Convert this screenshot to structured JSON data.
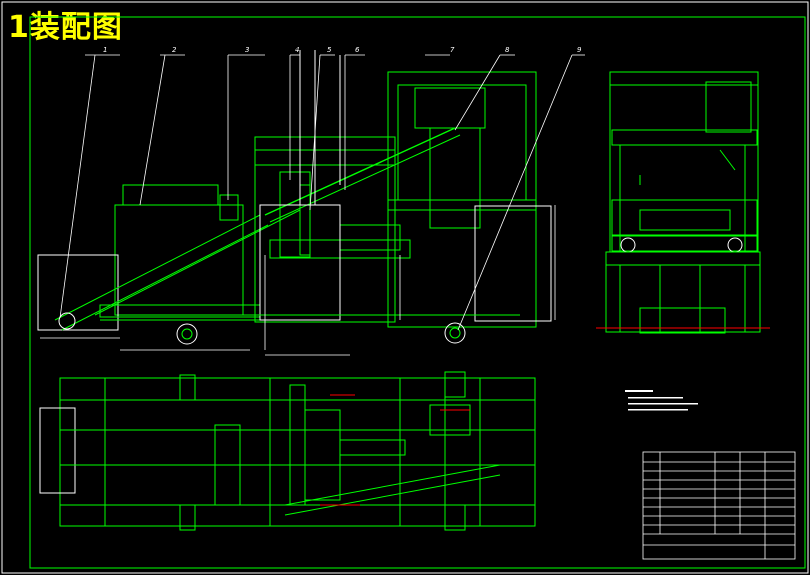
{
  "title": "1装配图",
  "colors": {
    "background": "#000000",
    "frame": "#00ff00",
    "outline": "#ffffff",
    "title": "#ffff00",
    "centerline": "#ff0000",
    "dimension": "#00ffff"
  },
  "balloons": [
    "1",
    "2",
    "3",
    "4",
    "5",
    "6",
    "7",
    "8",
    "9"
  ]
}
